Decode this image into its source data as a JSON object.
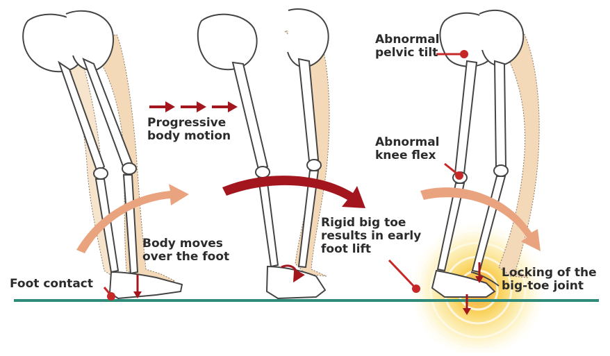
{
  "labels": {
    "progressive": [
      "Progressive",
      "body motion"
    ],
    "body_moves": [
      "Body moves",
      "over the foot"
    ],
    "foot_contact": "Foot contact",
    "rigid_toe": [
      "Rigid big toe",
      "results in early",
      "foot lift"
    ],
    "pelvic": [
      "Abnormal",
      "pelvic tilt"
    ],
    "knee": [
      "Abnormal",
      "knee flex"
    ],
    "locking": [
      "Locking of the",
      "big-toe joint"
    ]
  },
  "colors": {
    "ground": "#2e8b7a",
    "red_marker": "#c62828",
    "dark_red_arrow": "#a3161d",
    "salmon_arrow": "#e9a37f",
    "flesh": "#f3d9b8",
    "bone_stroke": "#444444",
    "glow": "#f5c518"
  }
}
